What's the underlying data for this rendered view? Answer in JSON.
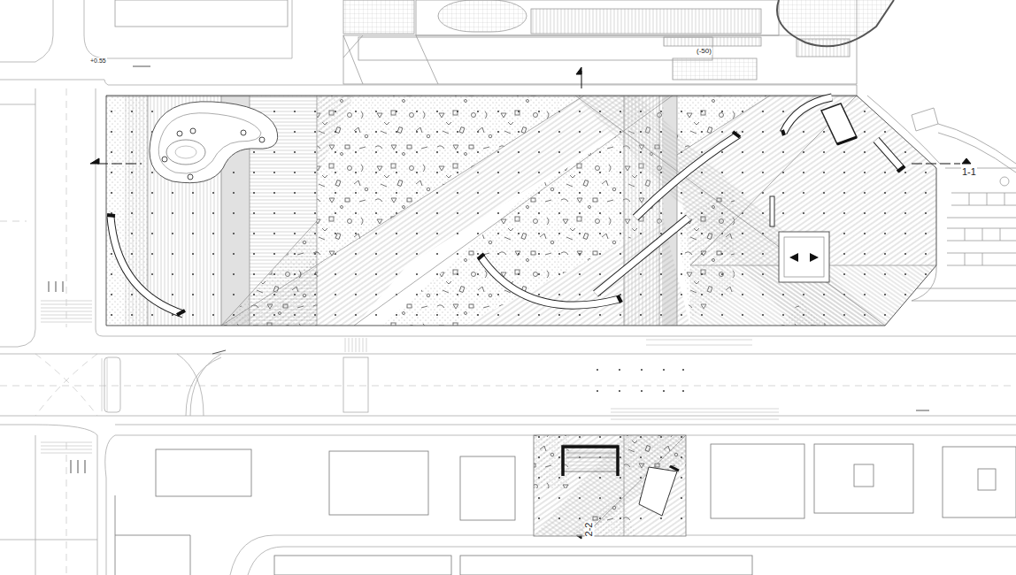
{
  "diagram": {
    "labels": [
      "+0.55",
      "(-50)",
      "1-1",
      "2-2"
    ]
  }
}
